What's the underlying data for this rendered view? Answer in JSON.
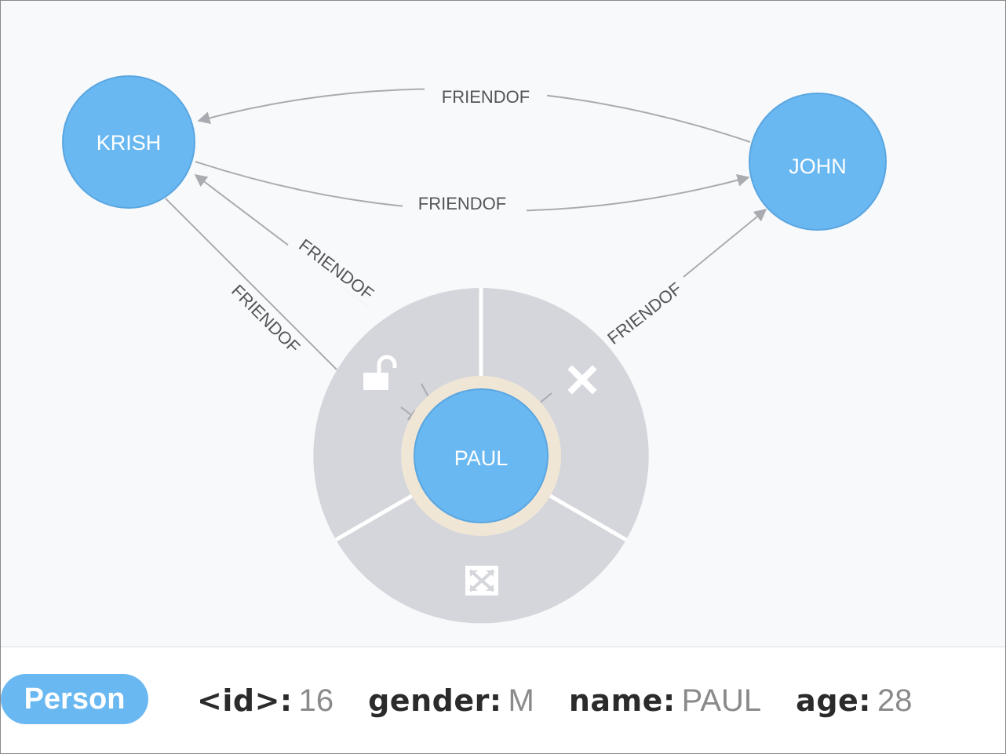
{
  "graph": {
    "nodes": [
      {
        "key": "krish",
        "caption": "KRISH"
      },
      {
        "key": "john",
        "caption": "JOHN"
      },
      {
        "key": "paul",
        "caption": "PAUL",
        "selected": true
      }
    ],
    "relationships": [
      {
        "key": "john-krish",
        "from": "JOHN",
        "to": "KRISH",
        "type": "FRIENDOF"
      },
      {
        "key": "krish-john",
        "from": "KRISH",
        "to": "JOHN",
        "type": "FRIENDOF"
      },
      {
        "key": "paul-krish-a",
        "from": "PAUL",
        "to": "KRISH",
        "type": "FRIENDOF"
      },
      {
        "key": "krish-paul",
        "from": "KRISH",
        "to": "PAUL",
        "type": "FRIENDOF"
      },
      {
        "key": "paul-john",
        "from": "PAUL",
        "to": "JOHN",
        "type": "FRIENDOF"
      }
    ],
    "node_menu": {
      "actions": [
        {
          "name": "unlock-icon",
          "action": "unlock"
        },
        {
          "name": "close-icon",
          "action": "dismiss"
        },
        {
          "name": "expand-icon",
          "action": "expand"
        }
      ]
    }
  },
  "colors": {
    "node_fill": "#6ab8f1",
    "node_stroke": "#5aa6e0",
    "ring": "#efe6d6",
    "menu": "#d4d6db",
    "edge": "#a9abb0",
    "label_pill": "#6ab8f1"
  },
  "inspector": {
    "label": "Person",
    "properties": [
      {
        "key": "<id>:",
        "value": "16"
      },
      {
        "key": "gender:",
        "value": "M"
      },
      {
        "key": "name:",
        "value": "PAUL"
      },
      {
        "key": "age:",
        "value": "28"
      }
    ]
  }
}
